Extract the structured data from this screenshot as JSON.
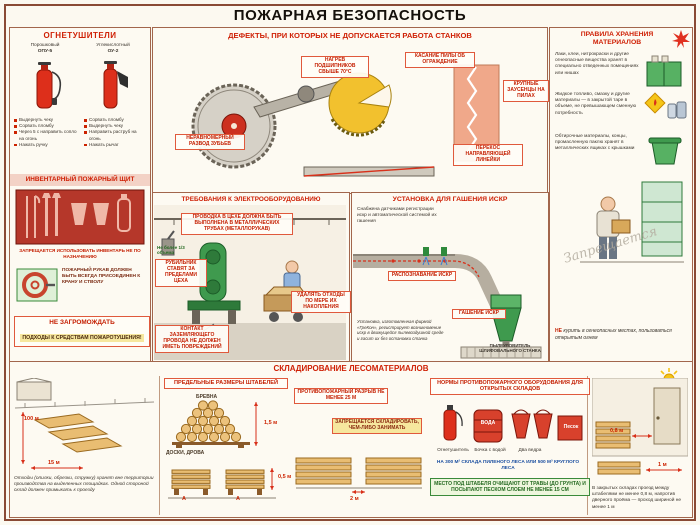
{
  "poster": {
    "title": "ПОЖАРНАЯ БЕЗОПАСНОСТЬ"
  },
  "extinguishers": {
    "title": "ОГНЕТУШИТЕЛИ",
    "powder": {
      "type": "Порошковый",
      "model": "ОПУ-5",
      "steps": [
        "Выдернуть чеку",
        "Сорвать пломбу",
        "Через 5 с направить сопло на огонь",
        "Нажать ручку"
      ]
    },
    "co2": {
      "type": "Углекислотный",
      "model": "ОУ-2",
      "steps": [
        "Сорвать пломбу",
        "Выдернуть чеку",
        "Направить раструб на огонь",
        "Нажать рычаг"
      ]
    }
  },
  "fire_shield": {
    "title": "ИНВЕНТАРНЫЙ ПОЖАРНЫЙ ЩИТ",
    "no_misuse": "ЗАПРЕЩАЕТСЯ ИСПОЛЬЗОВАТЬ ИНВЕНТАРЬ НЕ ПО НАЗНАЧЕНИЮ",
    "hose_note": "ПОЖАРНЫЙ РУКАВ ДОЛЖЕН БЫТЬ ВСЕГДА ПРИСОЕДИНЕН К КРАНУ И СТВОЛУ",
    "keep_clear_lead": "НЕ ЗАГРОМОЖДАТЬ",
    "keep_clear_rest": "ПОДХОДЫ К СРЕДСТВАМ ПОЖАРОТУШЕНИЯ!"
  },
  "defects": {
    "title": "ДЕФЕКТЫ, ПРИ КОТОРЫХ НЕ ДОПУСКАЕТСЯ РАБОТА СТАНКОВ",
    "labels": [
      "НАГРЕВ ПОДШИПНИКОВ СВЫШЕ 70°С",
      "КАСАНИЕ ПИЛЫ ОБ ОГРАЖДЕНИЕ",
      "КРУПНЫЕ ЗАУСЕНЦЫ НА ПИЛАХ",
      "НЕРАВНОМЕРНЫЙ РАЗВОД ЗУБЬЕВ",
      "ПЕРЕКОС НАПРАВЛЯЮЩЕЙ ЛИНЕЙКИ"
    ]
  },
  "storage_rules": {
    "title": "ПРАВИЛА ХРАНЕНИЯ МАТЕРИАЛОВ",
    "items": [
      "Лаки, клеи, нитрокраски и другие огнеопасные вещества хранят в специально отведенных помещениях или нишах",
      "Жидкое топливо, смазку и другие материалы — в закрытой таре в объеме, не превышающем сменную потребность",
      "Обтирочные материалы, концы, промасленную паклю хранят в металлических ящиках с крышками"
    ],
    "watermark": "Запрещается",
    "no_smoking_lead": "НЕ",
    "no_smoking_rest": "курить в огнеопасных местах, пользоваться открытым огнем"
  },
  "electrical": {
    "title": "ТРЕБОВАНИЯ К ЭЛЕКТРООБОРУДОВАНИЮ",
    "wiring": "ПРОВОДКА В ЦЕХЕ ДОЛЖНА БЫТЬ ВЫПОЛНЕНА В МЕТАЛЛИЧЕСКИХ ТРУБАХ (МЕТАЛЛОРУКАВ)",
    "switch": "РУБИЛЬНИК СТАВЯТ ЗА ПРЕДЕЛАМИ ЦЕХА",
    "waste": "УДАЛЯТЬ ОТХОДЫ ПО МЕРЕ ИХ НАКОПЛЕНИЯ",
    "ground": "КОНТАКТ ЗАЗЕМЛЯЮЩЕГО ПРОВОДА НЕ ДОЛЖЕН ИМЕТЬ ПОВРЕЖДЕНИЙ",
    "bin_note": "Не более 1/3 объема"
  },
  "spark_unit": {
    "title": "УСТАНОВКА ДЛЯ ГАШЕНИЯ ИСКР",
    "intro": "Снабжена датчиками регистрации искр и автоматической системой их гашения",
    "detect_label": "РАСПОЗНАВАНИЕ ИСКР",
    "quench_label": "ГАШЕНИЕ ИСКР",
    "note": "Установка, изготовленная фирмой «ГреКон», регистрирует возникновение искр в движущейся пылевоздушной среде и гасит их без остановки станка",
    "collector_label": "ПЫЛЕУЛОВИТЕЛЬ ШЛИФОВАЛЬНОГО СТАНКА"
  },
  "timber": {
    "title": "СКЛАДИРОВАНИЕ ЛЕСОМАТЕРИАЛОВ",
    "yard": {
      "length": "100 м",
      "width": "15 м",
      "note": "Отходы (опилки, обрезки, стружку) хранят вне территории производства на выделенных площадках. Одной стороной склад должен примыкать к проезду"
    },
    "stacks": {
      "title": "ПРЕДЕЛЬНЫЕ РАЗМЕРЫ ШТАБЕЛЕЙ",
      "logs": "БРЕВНА",
      "boards": "ДОСКИ, ДРОВА",
      "h_logs": "1,5 м",
      "h_boards": "0,5 м",
      "a": "А",
      "gap": "2 м",
      "firebreak": "ПРОТИВОПОЖАРНЫЙ РАЗРЫВ НЕ МЕНЕЕ 25 м",
      "no_block": "ЗАПРЕЩАЕТСЯ СКЛАДИРОВАТЬ, ЧЕМ-ЛИБО ЗАНИМАТЬ"
    },
    "norms": {
      "title": "НОРМЫ ПРОТИВОПОЖАРНОГО ОБОРУДОВАНИЯ ДЛЯ ОТКРЫТЫХ СКЛАДОВ",
      "extinguisher": "Огнетушитель",
      "barrel": "Бочка с водой",
      "buckets": "Два ведра",
      "water": "ВОДА",
      "sand": "Песок",
      "per_area": "НА 300 м² СКЛАДА ПИЛЕНОГО ЛЕСА ИЛИ 500 м³ КРУГЛОГО ЛЕСА",
      "ground": "МЕСТО ПОД ШТАБЕЛЯ ОЧИЩАЮТ ОТ ТРАВЫ (ДО ГРУНТА) И ПОСЫПАЮТ ПЕСКОМ СЛОЕМ НЕ МЕНЕЕ 15 СМ"
    },
    "closed": {
      "d1": "1 м",
      "d2": "0,8 м",
      "note": "В закрытых складах проезд между штабелями не менее 0,8 м, напротив дверного проёма — проход шириной не менее 1 м"
    }
  }
}
